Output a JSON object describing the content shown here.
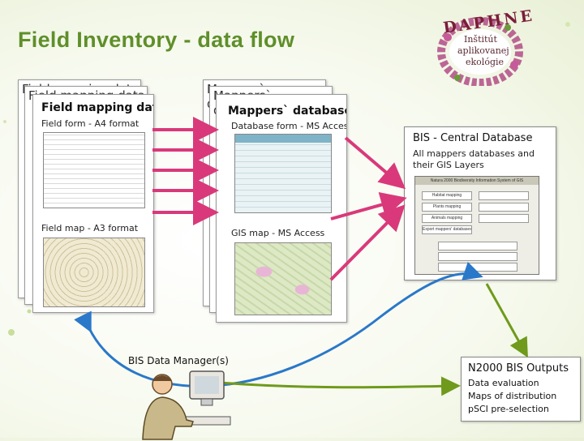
{
  "title": "Field Inventory - data flow",
  "logo": {
    "brand": "DAPHNE",
    "line1": "Inštitút",
    "line2": "aplikovanej",
    "line3": "ekológie"
  },
  "field_mapping": {
    "ghost_text": "Field mapping data",
    "title": "Field mapping data",
    "form_label": "Field form - A4 format",
    "map_label": "Field map - A3 format"
  },
  "mappers_db": {
    "ghost_text": "Mappers` databases",
    "title": "Mappers` databases",
    "form_label": "Database form - MS Access",
    "map_label": "GIS map - MS Access"
  },
  "central": {
    "title": "BIS - Central Database",
    "subtitle": "All mappers databases and their GIS Layers",
    "screen_title": "Natura 2000 Biodiversity Information System of GIS",
    "buttons": [
      "Habitat mapping",
      "Plants mapping",
      "Animals mapping",
      "Export mappers' databases"
    ]
  },
  "manager": {
    "label": "BIS Data Manager(s)"
  },
  "outputs": {
    "title": "N2000 BIS Outputs",
    "items": [
      "Data evaluation",
      "Maps of distribution",
      "pSCI pre-selection"
    ]
  },
  "colors": {
    "title": "#5f8f2a",
    "arrow_pink": "#d9397a",
    "arrow_blue": "#2a78c9",
    "arrow_green": "#6f9a1c"
  }
}
